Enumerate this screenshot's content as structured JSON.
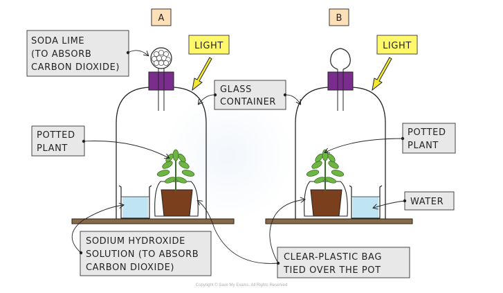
{
  "setups": [
    {
      "tag": "A"
    },
    {
      "tag": "B"
    }
  ],
  "labels": {
    "soda_lime": [
      "SODA LIME",
      "(TO ABSORB",
      "CARBON DIOXIDE)"
    ],
    "light_a": "LIGHT",
    "light_b": "LIGHT",
    "glass_container": [
      "GLASS",
      "CONTAINER"
    ],
    "potted_plant_a": [
      "POTTED",
      "PLANT"
    ],
    "potted_plant_b": [
      "POTTED",
      "PLANT"
    ],
    "water": "WATER",
    "sodium_hydroxide": [
      "SODIUM HYDROXIDE",
      "SOLUTION (TO ABSORB",
      "CARBON DIOXIDE)"
    ],
    "plastic_bag": [
      "CLEAR-PLASTIC BAG",
      "TIED OVER THE POT"
    ]
  },
  "copyright": "Copyright © Save My Exams. All Rights Reserved",
  "colors": {
    "label_box": "#e8e8e8",
    "tag_box": "#fde0b8",
    "light_box": "#fff86a",
    "light_arrow": "#f4e92e",
    "stopper": "#7b2d8e",
    "solution": "#bfe4f2",
    "soil": "#7a3f1c",
    "leaf": "#6fb544",
    "shelf": "#8a6a45"
  }
}
